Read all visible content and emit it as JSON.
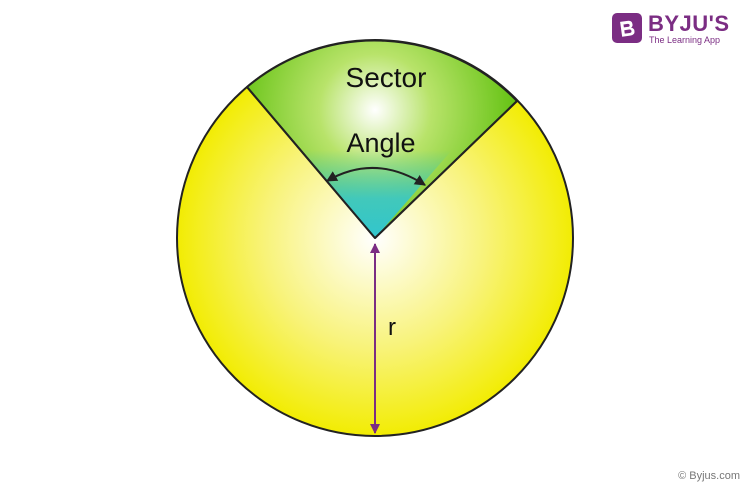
{
  "brand": {
    "name": "BYJU'S",
    "tagline": "The Learning App",
    "color": "#7b2d83"
  },
  "diagram": {
    "sector_label": "Sector",
    "angle_label": "Angle",
    "radius_label": "r"
  },
  "colors": {
    "circle_outer": "#f2ec00",
    "circle_inner": "#ffffff",
    "sector_outer": "#52bb00",
    "sector_mid": "#b8e36a",
    "sector_center": "#33c6cf",
    "radius_line": "#7b2d83",
    "outline": "#222222"
  },
  "footer": {
    "copyright_symbol": "©",
    "text": "Byjus.com"
  }
}
